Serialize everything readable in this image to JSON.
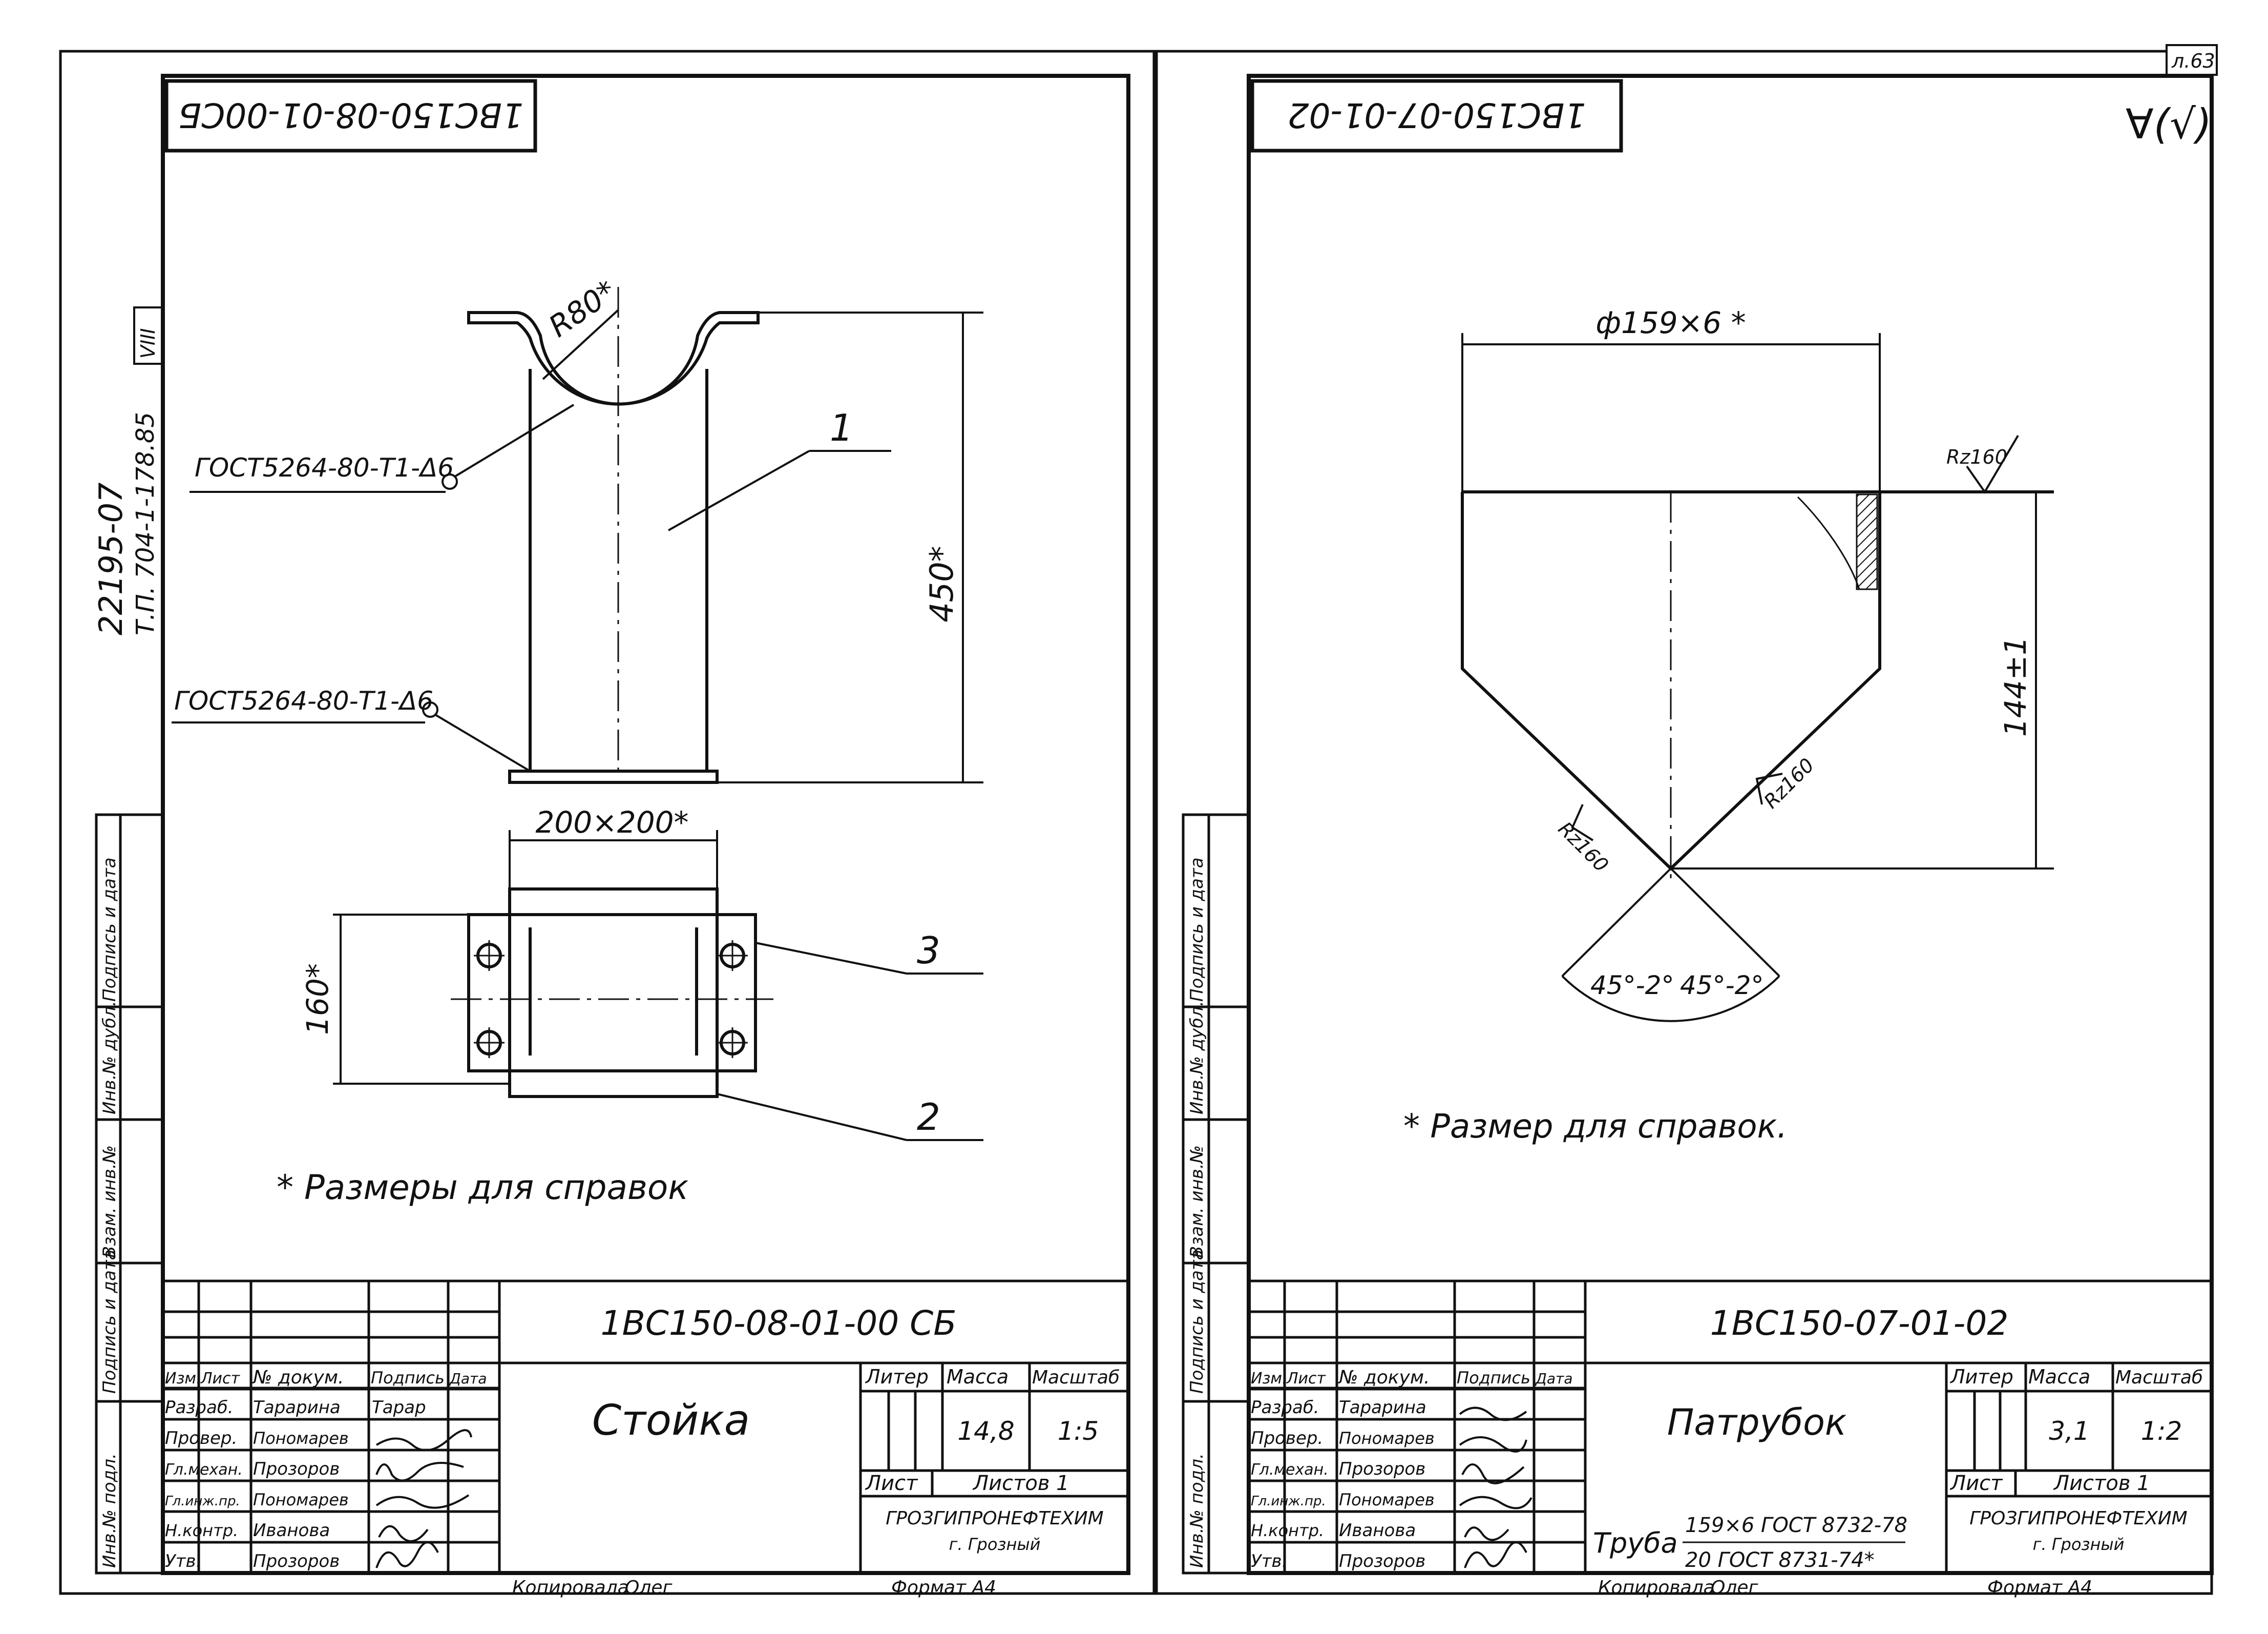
{
  "page_mark": "л.63",
  "left": {
    "code_box": "1ВС150-08-01-00СБ",
    "side_code_1": "22195-07",
    "side_code_2": "Т.П. 704-1-178.85",
    "side_code_box": "VIII",
    "weld_note_1": "ГОСТ5264-80-Т1-Δ6",
    "weld_note_2": "ГОСТ5264-80-Т1-Δ6",
    "radius": "R80*",
    "height_dim": "450*",
    "plate_dim": "200×200*",
    "side_dim": "160*",
    "pos_1": "1",
    "pos_2": "2",
    "pos_3": "3",
    "note": "* Размеры для справок",
    "title_block": {
      "designation": "1ВС150-08-01-00 СБ",
      "name": "Стойка",
      "col_headers": [
        "Изм.",
        "Лист",
        "№ докум.",
        "Подпись",
        "Дата"
      ],
      "roles": [
        "Разраб.",
        "Провер.",
        "Гл.механ.",
        "Гл.инж.пр.",
        "Н.контр.",
        "Утв."
      ],
      "people": [
        "Тарарина",
        "Пономарев",
        "Прозоров",
        "Пономарев",
        "Иванова",
        "Прозоров"
      ],
      "signatures": [
        "Тарар"
      ],
      "litera_label": "Литер",
      "mass_label": "Масса",
      "scale_label": "Масштаб",
      "mass": "14,8",
      "scale": "1:5",
      "sheet_label": "Лист",
      "sheets_label": "Листов 1",
      "org": "ГРОЗГИПРОНЕФТЕХИМ",
      "city": "г. Грозный",
      "copied": "Копировала",
      "copied_sign": "Олег",
      "format": "Формат А4"
    }
  },
  "left_margin": {
    "labels": [
      "Инв.№ подл.",
      "Подпись и дата",
      "Взам. инв.№",
      "Инв.№ дубл.",
      "Подпись и дата"
    ]
  },
  "right": {
    "code_box": "1ВС150-07-01-02",
    "roughness_corner": "∀(√)",
    "diameter_dim": "ф159×6 *",
    "roughness_top": "Rz160",
    "roughness_right": "Rz160",
    "roughness_left": "Rz160",
    "height_dim": "144±1",
    "angle_left": "45°-2°",
    "angle_right": "45°-2°",
    "note": "* Размер для справок.",
    "title_block": {
      "designation": "1ВС150-07-01-02",
      "name": "Патрубок",
      "col_headers": [
        "Изм.",
        "Лист",
        "№ докум.",
        "Подпись",
        "Дата"
      ],
      "roles": [
        "Разраб.",
        "Провер.",
        "Гл.механ.",
        "Гл.инж.пр.",
        "Н.контр.",
        "Утв."
      ],
      "people": [
        "Тарарина",
        "Пономарев",
        "Прозоров",
        "Пономарев",
        "Иванова",
        "Прозоров"
      ],
      "material_prefix": "Труба",
      "material_top": "159×6 ГОСТ 8732-78",
      "material_bottom": "20 ГОСТ 8731-74*",
      "litera_label": "Литер",
      "mass_label": "Масса",
      "scale_label": "Масштаб",
      "mass": "3,1",
      "scale": "1:2",
      "sheet_label": "Лист",
      "sheets_label": "Листов 1",
      "org": "ГРОЗГИПРОНЕФТЕХИМ",
      "city": "г. Грозный",
      "copied": "Копировала",
      "copied_sign": "Олег",
      "format": "Формат А4"
    }
  },
  "right_margin": {
    "labels": [
      "Инв.№ подл.",
      "Подпись и дата",
      "Взам. инв.№",
      "Инв.№ дубл.",
      "Подпись и дата"
    ]
  }
}
